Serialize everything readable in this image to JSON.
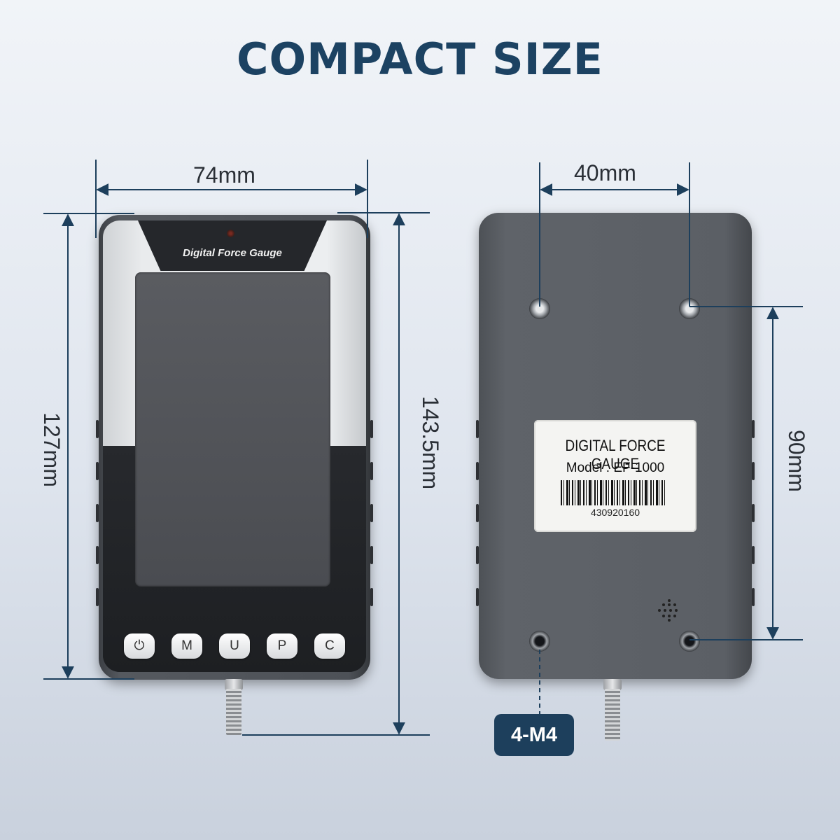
{
  "title": "COMPACT SIZE",
  "dimensions": {
    "front_width": "74mm",
    "front_height": "127mm",
    "front_total_height": "143.5mm",
    "hole_spacing_horizontal": "40mm",
    "hole_spacing_vertical": "90mm"
  },
  "front": {
    "brand_text": "Digital Force Gauge",
    "buttons": [
      {
        "label": "⏻",
        "icon": "power-icon"
      },
      {
        "label": "M"
      },
      {
        "label": "U"
      },
      {
        "label": "P"
      },
      {
        "label": "C"
      }
    ]
  },
  "back": {
    "label_title": "DIGITAL FORCE GAUGE",
    "label_model": "Model : EF-1000",
    "label_serial": "430920160",
    "mount_tag": "4-M4"
  },
  "colors": {
    "title": "#1c4262",
    "dimension_lines": "#1d3f5c",
    "tag_background": "#1d3f5c"
  }
}
